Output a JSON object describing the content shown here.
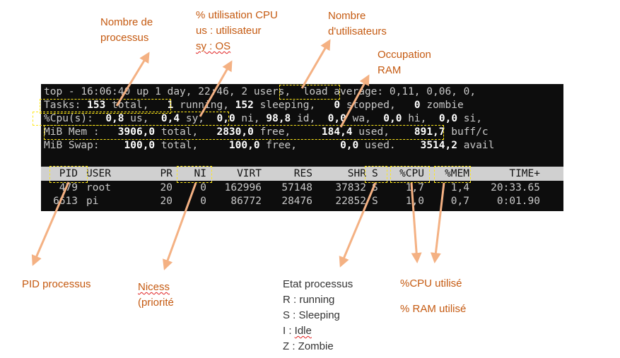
{
  "annotations": {
    "nb_processus": [
      "Nombre de",
      "processus"
    ],
    "cpu_usage": [
      "% utilisation CPU",
      "us : utilisateur",
      "sy : OS"
    ],
    "nb_users": [
      "Nombre",
      "d'utilisateurs"
    ],
    "ram": [
      "Occupation",
      "RAM"
    ],
    "pid": "PID processus",
    "nice": [
      "Nicess",
      "(priorité"
    ],
    "etat": [
      "Etat processus",
      "R : running",
      "S : Sleeping",
      "I : Idle",
      "Z : Zombie"
    ],
    "cpu_used": "%CPU utilisé",
    "ram_used": "% RAM utilisé"
  },
  "terminal": {
    "line1": {
      "a": "top - 16:06:40 up 1 day, 22:46, ",
      "users": "2 users",
      "b": ",  load average: 0,11, 0,06, 0,"
    },
    "line2": {
      "label": "Tasks: ",
      "total": "153",
      "total_l": " total,   ",
      "running": "1",
      "running_l": " running, ",
      "sleeping": "152",
      "sleeping_l": " sleeping,   ",
      "stopped": "0",
      "stopped_l": " stopped,   ",
      "zombie": "0",
      "zombie_l": " zombie"
    },
    "line3": {
      "label": "%Cpu(s):  ",
      "us": "0,8",
      "us_l": " us,  ",
      "sy": "0,4",
      "sy_l": " sy,  ",
      "ni": "0,0",
      "ni_l": " ni, ",
      "id": "98,8",
      "id_l": " id,  ",
      "wa": "0,0",
      "wa_l": " wa,  ",
      "hi": "0,0",
      "hi_l": " hi,  ",
      "si": "0,0",
      "si_l": " si,"
    },
    "line4": {
      "label": "MiB Mem :   ",
      "total": "3906,0",
      "total_l": " total,   ",
      "free": "2830,0",
      "free_l": " free,     ",
      "used": "184,4",
      "used_l": " used,    ",
      "buff": "891,7",
      "buff_l": " buff/c"
    },
    "line5": {
      "label": "MiB Swap:    ",
      "total": "100,0",
      "total_l": " total,     ",
      "free": "100,0",
      "free_l": " free,       ",
      "used": "0,0",
      "used_l": " used.    ",
      "avail": "3514,2",
      "avail_l": " avail"
    },
    "columns": [
      "PID",
      "USER",
      "PR",
      "NI",
      "VIRT",
      "RES",
      "SHR",
      "S",
      "%CPU",
      "%MEM",
      "TIME+"
    ],
    "processes": [
      {
        "pid": "479",
        "user": "root",
        "pr": "20",
        "ni": "0",
        "virt": "162996",
        "res": "57148",
        "shr": "37832",
        "s": "S",
        "cpu": "1,7",
        "mem": "1,4",
        "time": "20:33.65"
      },
      {
        "pid": "6613",
        "user": "pi",
        "pr": "20",
        "ni": "0",
        "virt": "86772",
        "res": "28476",
        "shr": "22852",
        "s": "S",
        "cpu": "1,0",
        "mem": "0,7",
        "time": "0:01.90"
      }
    ]
  },
  "colors": {
    "annotation": "#c55a11",
    "arrow": "#f4b183",
    "highlight": "#ffe81a",
    "terminal_bg": "#0d0d0d",
    "header_bar": "#d0d0d0"
  }
}
